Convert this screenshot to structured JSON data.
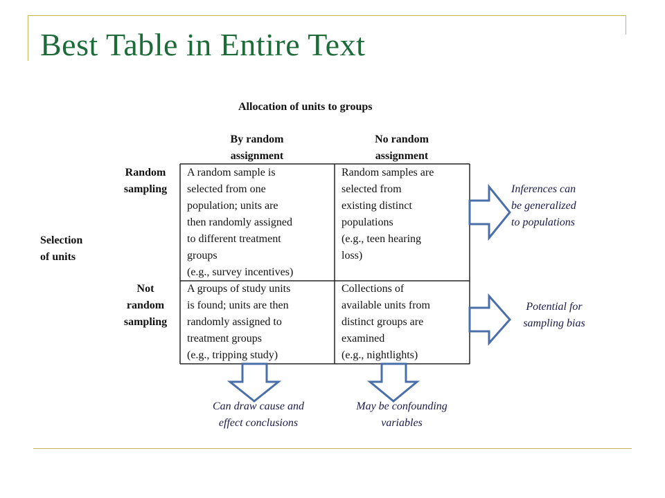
{
  "slide": {
    "title": "Best Table in Entire Text"
  },
  "table": {
    "header": "Allocation of units to groups",
    "col_headers": [
      [
        "By random",
        "assignment"
      ],
      [
        "No random",
        "assignment"
      ]
    ],
    "row_group_label": [
      "Selection",
      "of units"
    ],
    "row_headers": [
      [
        "Random",
        "sampling"
      ],
      [
        "Not",
        "random",
        "sampling"
      ]
    ],
    "cells": [
      [
        [
          "A random sample is",
          "selected from one",
          "population; units are",
          "then randomly assigned",
          "to different treatment",
          "groups",
          "(e.g., survey incentives)"
        ],
        [
          "Random samples are",
          "selected from",
          "existing distinct",
          "populations",
          "(e.g., teen hearing",
          "loss)"
        ]
      ],
      [
        [
          "A groups of study units",
          "is found; units are then",
          "randomly assigned to",
          "treatment groups",
          "(e.g., tripping study)"
        ],
        [
          "Collections of",
          "available units from",
          "distinct groups are",
          "examined",
          "(e.g., nightlights)"
        ]
      ]
    ]
  },
  "annotations": {
    "right_arrows": [
      [
        "Inferences can",
        "be generalized",
        "to  populations"
      ],
      [
        "Potential for",
        "sampling bias"
      ]
    ],
    "down_arrows": [
      [
        "Can draw cause and",
        "effect conclusions"
      ],
      [
        "May be confounding",
        "variables"
      ]
    ]
  },
  "colors": {
    "title": "#1e6b3a",
    "frame": "#c8b356",
    "arrow_stroke": "#4a6fa8",
    "annotation_text": "#1a1a4a"
  }
}
